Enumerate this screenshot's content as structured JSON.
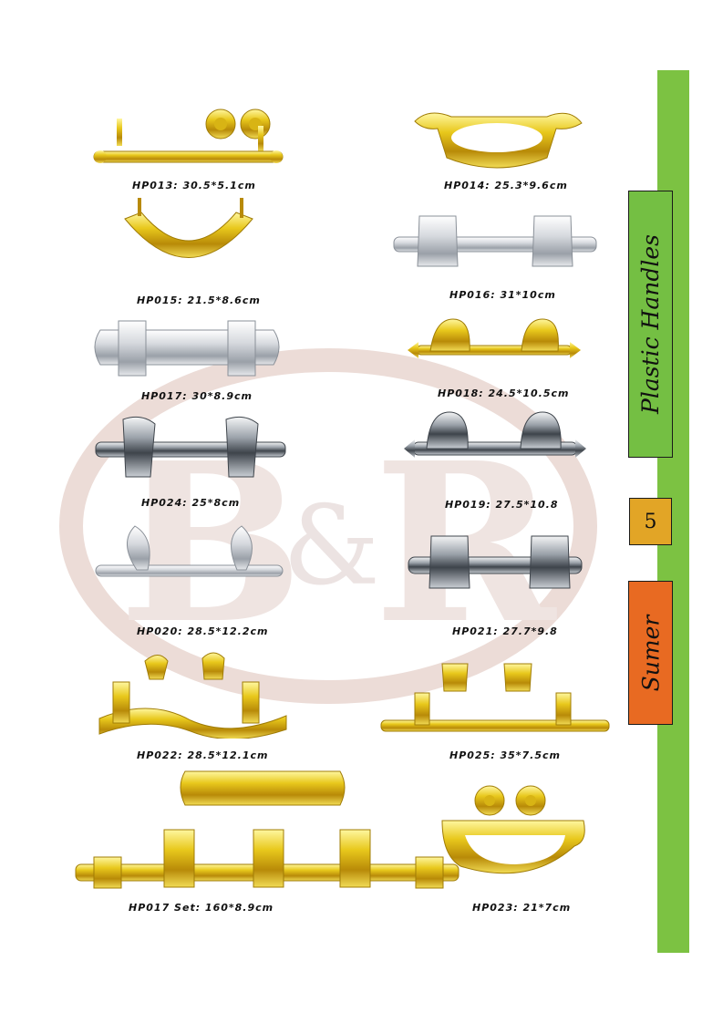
{
  "colors": {
    "green_bar": "#7cc242",
    "tab_green": "#74bf43",
    "tab_number": "#e2a526",
    "tab_orange": "#e86a22",
    "gold": "#e3c21a",
    "silver": "#c9cdd3"
  },
  "sidebar": {
    "category": "Plastic Handles",
    "page_number": "5",
    "series": "Sumer"
  },
  "products": [
    {
      "code_label": "HP013: 30.5*5.1cm",
      "finish": "gold"
    },
    {
      "code_label": "HP014: 25.3*9.6cm",
      "finish": "gold"
    },
    {
      "code_label": "HP015: 21.5*8.6cm",
      "finish": "gold"
    },
    {
      "code_label": "HP016: 31*10cm",
      "finish": "silver"
    },
    {
      "code_label": "HP017: 30*8.9cm",
      "finish": "silver"
    },
    {
      "code_label": "HP018: 24.5*10.5cm",
      "finish": "gold"
    },
    {
      "code_label": "HP024: 25*8cm",
      "finish": "chrome"
    },
    {
      "code_label": "HP019: 27.5*10.8",
      "finish": "chrome"
    },
    {
      "code_label": "HP020: 28.5*12.2cm",
      "finish": "silver"
    },
    {
      "code_label": "HP021: 27.7*9.8",
      "finish": "chrome"
    },
    {
      "code_label": "HP022: 28.5*12.1cm",
      "finish": "gold"
    },
    {
      "code_label": "HP025: 35*7.5cm",
      "finish": "gold"
    },
    {
      "code_label": "HP017 Set: 160*8.9cm",
      "finish": "gold"
    },
    {
      "code_label": "HP023: 21*7cm",
      "finish": "gold"
    }
  ]
}
